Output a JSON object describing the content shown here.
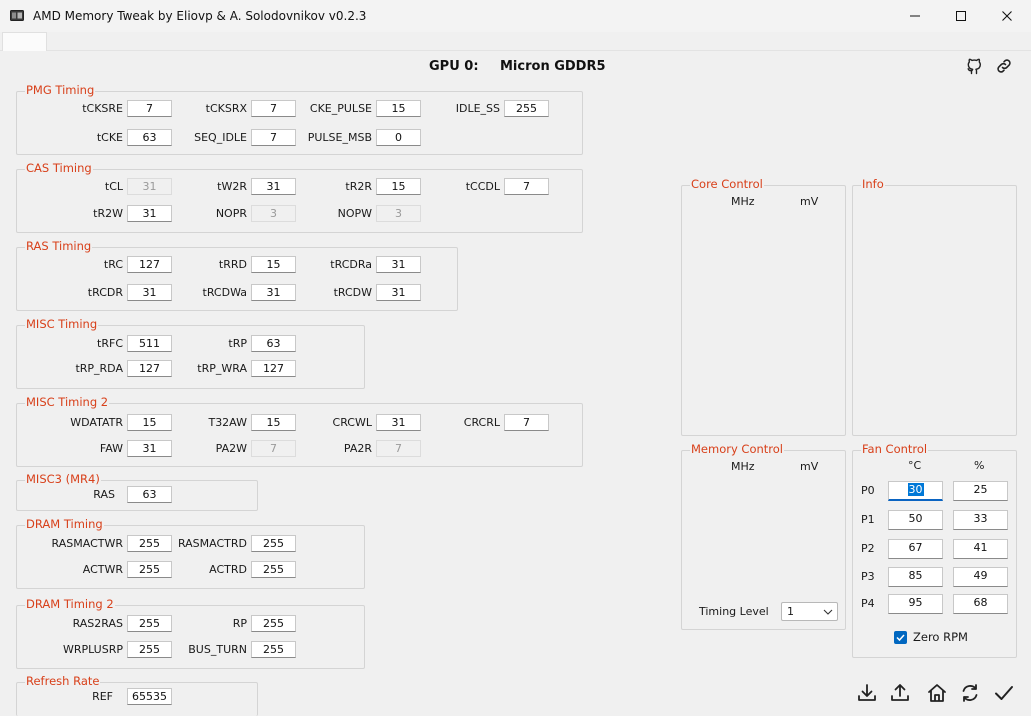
{
  "window": {
    "title": "AMD Memory Tweak by Eliovp & A. Solodovnikov v0.2.3"
  },
  "header": {
    "gpu_label": "GPU 0:",
    "gpu_name": "Micron GDDR5"
  },
  "groups": [
    {
      "id": "pmg",
      "title": "PMG Timing",
      "fields": [
        {
          "label": "tCKSRE",
          "value": "7"
        },
        {
          "label": "tCKSRX",
          "value": "7"
        },
        {
          "label": "CKE_PULSE",
          "value": "15"
        },
        {
          "label": "IDLE_SS",
          "value": "255"
        },
        {
          "label": "tCKE",
          "value": "63"
        },
        {
          "label": "SEQ_IDLE",
          "value": "7"
        },
        {
          "label": "PULSE_MSB",
          "value": "0"
        }
      ]
    },
    {
      "id": "cas",
      "title": "CAS Timing",
      "fields": [
        {
          "label": "tCL",
          "value": "31",
          "disabled": true
        },
        {
          "label": "tW2R",
          "value": "31"
        },
        {
          "label": "tR2R",
          "value": "15"
        },
        {
          "label": "tCCDL",
          "value": "7"
        },
        {
          "label": "tR2W",
          "value": "31"
        },
        {
          "label": "NOPR",
          "value": "3",
          "disabled": true
        },
        {
          "label": "NOPW",
          "value": "3",
          "disabled": true
        }
      ]
    },
    {
      "id": "ras",
      "title": "RAS Timing",
      "fields": [
        {
          "label": "tRC",
          "value": "127"
        },
        {
          "label": "tRRD",
          "value": "15"
        },
        {
          "label": "tRCDRa",
          "value": "31"
        },
        {
          "label": "tRCDR",
          "value": "31"
        },
        {
          "label": "tRCDWa",
          "value": "31"
        },
        {
          "label": "tRCDW",
          "value": "31"
        }
      ]
    },
    {
      "id": "misc",
      "title": "MISC Timing",
      "fields": [
        {
          "label": "tRFC",
          "value": "511"
        },
        {
          "label": "tRP",
          "value": "63"
        },
        {
          "label": "tRP_RDA",
          "value": "127"
        },
        {
          "label": "tRP_WRA",
          "value": "127"
        }
      ]
    },
    {
      "id": "misc2",
      "title": "MISC Timing 2",
      "fields": [
        {
          "label": "WDATATR",
          "value": "15"
        },
        {
          "label": "T32AW",
          "value": "15"
        },
        {
          "label": "CRCWL",
          "value": "31"
        },
        {
          "label": "CRCRL",
          "value": "7"
        },
        {
          "label": "FAW",
          "value": "31"
        },
        {
          "label": "PA2W",
          "value": "7",
          "disabled": true
        },
        {
          "label": "PA2R",
          "value": "7",
          "disabled": true
        }
      ]
    },
    {
      "id": "misc3",
      "title": "MISC3 (MR4)",
      "fields": [
        {
          "label": "RAS",
          "value": "63"
        }
      ]
    },
    {
      "id": "dram",
      "title": "DRAM Timing",
      "fields": [
        {
          "label": "RASMACTWR",
          "value": "255"
        },
        {
          "label": "RASMACTRD",
          "value": "255"
        },
        {
          "label": "ACTWR",
          "value": "255"
        },
        {
          "label": "ACTRD",
          "value": "255"
        }
      ]
    },
    {
      "id": "dram2",
      "title": "DRAM Timing 2",
      "fields": [
        {
          "label": "RAS2RAS",
          "value": "255"
        },
        {
          "label": "RP",
          "value": "255"
        },
        {
          "label": "WRPLUSRP",
          "value": "255"
        },
        {
          "label": "BUS_TURN",
          "value": "255"
        }
      ]
    },
    {
      "id": "refresh",
      "title": "Refresh Rate",
      "fields": [
        {
          "label": "REF",
          "value": "65535"
        }
      ]
    }
  ],
  "core_control": {
    "title": "Core Control",
    "col_mhz": "MHz",
    "col_mv": "mV"
  },
  "info": {
    "title": "Info"
  },
  "memory_control": {
    "title": "Memory Control",
    "col_mhz": "MHz",
    "col_mv": "mV",
    "timing_level_label": "Timing Level",
    "timing_level_value": "1"
  },
  "fan_control": {
    "title": "Fan Control",
    "col_temp": "°C",
    "col_pct": "%",
    "rows": [
      {
        "label": "P0",
        "temp": "30",
        "pct": "25"
      },
      {
        "label": "P1",
        "temp": "50",
        "pct": "33"
      },
      {
        "label": "P2",
        "temp": "67",
        "pct": "41"
      },
      {
        "label": "P3",
        "temp": "85",
        "pct": "49"
      },
      {
        "label": "P4",
        "temp": "95",
        "pct": "68"
      }
    ],
    "zero_rpm_label": "Zero RPM",
    "zero_rpm_checked": true
  },
  "icons": {
    "github": "github-icon",
    "link": "link-icon",
    "download": "download-icon",
    "upload": "upload-icon",
    "home": "home-icon",
    "refresh": "refresh-icon",
    "apply": "check-icon"
  },
  "colors": {
    "group_title": "#d8401a",
    "accent": "#0067c0"
  }
}
